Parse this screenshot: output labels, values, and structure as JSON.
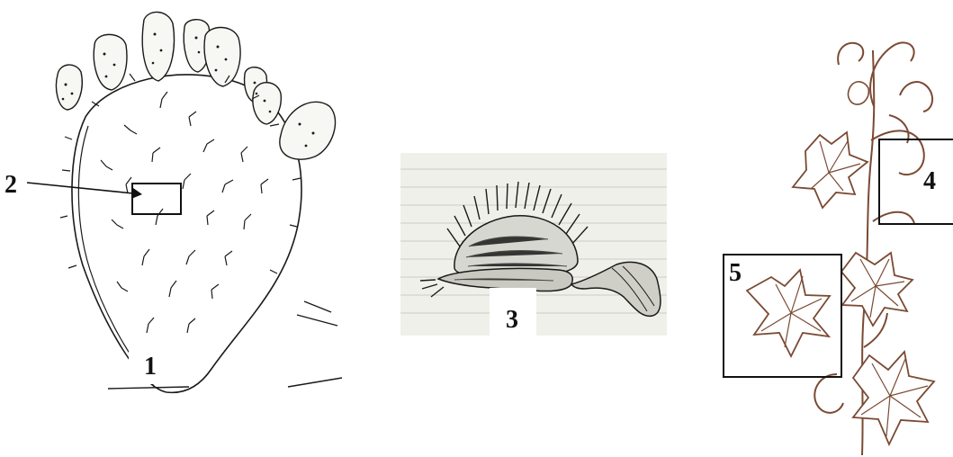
{
  "figures": [
    {
      "id": "1",
      "label": "1"
    },
    {
      "id": "2",
      "label": "2"
    },
    {
      "id": "3",
      "label": "3"
    },
    {
      "id": "4",
      "label": "4"
    },
    {
      "id": "5",
      "label": "5"
    }
  ],
  "colors": {
    "ink": "#1a1a1a",
    "vine": "#7a4a33",
    "paper": "#ffffff",
    "flytrap_bg": "#f0f0ea",
    "box": "#111111"
  },
  "icons": {
    "cactus": "prickly-pear-cactus-illustration",
    "flytrap": "venus-flytrap-illustration",
    "vine": "grape-vine-illustration"
  }
}
